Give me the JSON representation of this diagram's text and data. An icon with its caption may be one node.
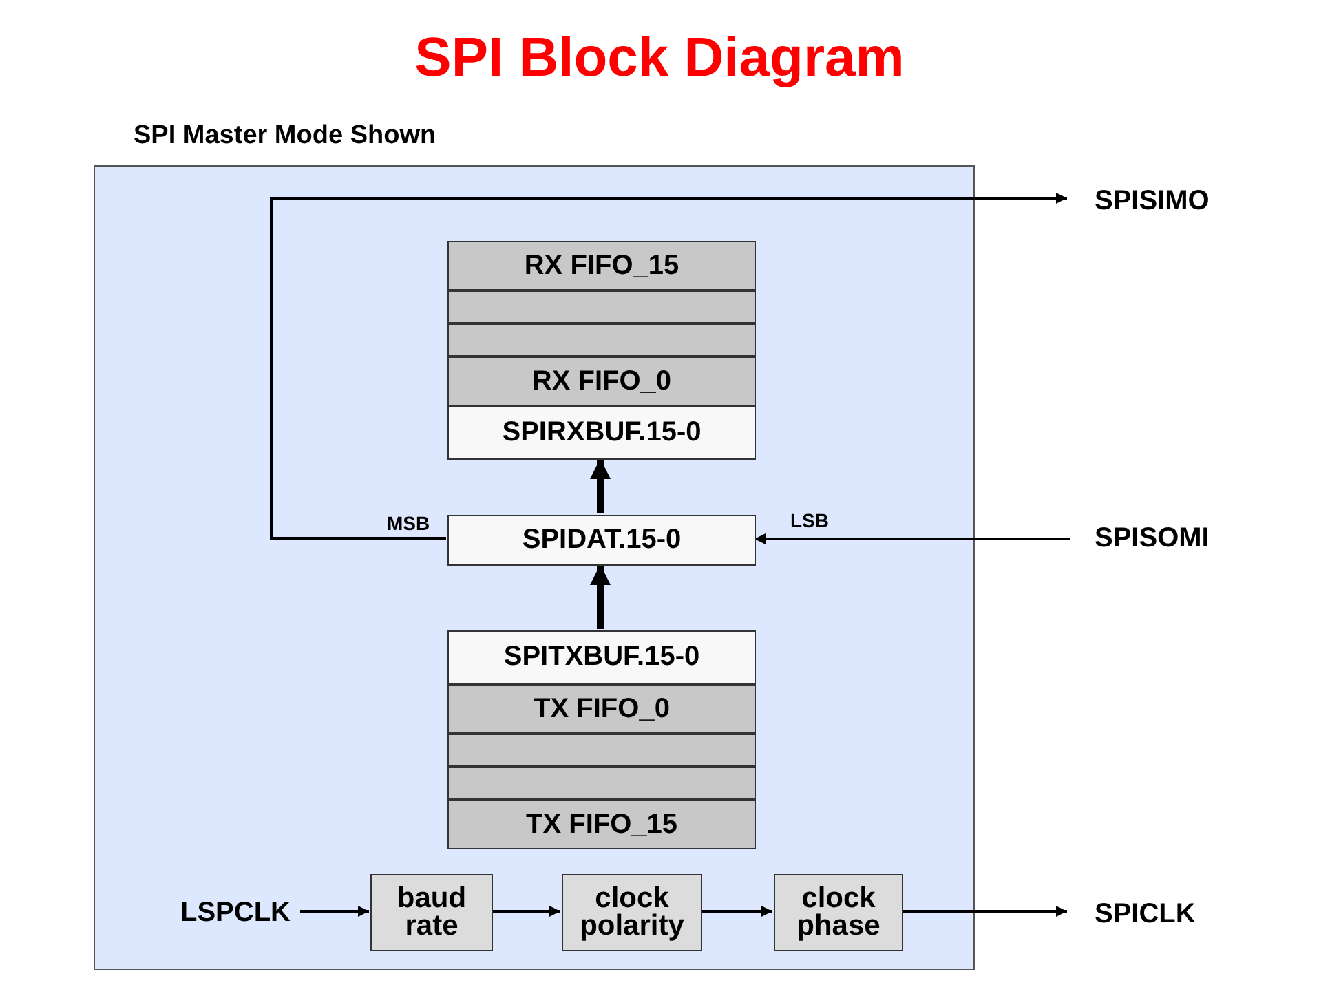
{
  "diagram": {
    "title": "SPI Block Diagram",
    "nodes": [
      {
        "text": [],
        "shape": "box"
      },
      {
        "text": [
          "RX FIFO_15"
        ],
        "in": 0
      },
      {
        "text": [],
        "shape": "box",
        "in": 0
      },
      {
        "text": [],
        "shape": "box",
        "in": 0
      },
      {
        "text": [
          "RX FIFO_0"
        ],
        "in": 0
      },
      {
        "text": [
          "SPIRXBUF.15-0"
        ],
        "in": 0
      },
      {
        "text": [
          "SPIDAT.15-0"
        ],
        "in": 0
      },
      {
        "text": [
          "SPITXBUF.15-0"
        ],
        "in": 0
      },
      {
        "text": [
          "TX FIFO_0"
        ],
        "in": 0
      },
      {
        "text": [],
        "shape": "box",
        "in": 0
      },
      {
        "text": [],
        "shape": "box",
        "in": 0
      },
      {
        "text": [
          "TX FIFO_15"
        ],
        "in": 0
      },
      {
        "text": [
          "baud rate"
        ],
        "in": 0
      },
      {
        "text": [
          "clock polarity"
        ],
        "in": 0
      },
      {
        "text": [
          "clock phase"
        ],
        "in": 0
      },
      {
        "text": [
          "SPISIMO"
        ]
      },
      {
        "text": [
          "SPISOMI"
        ]
      },
      {
        "text": [
          "LSPCLK"
        ],
        "in": 0
      },
      {
        "text": [
          "SPICLK"
        ]
      }
    ],
    "edges": [
      {
        "from": 6,
        "to": 15,
        "arrow": "to",
        "label": "MSB"
      },
      {
        "from": 6,
        "to": 5,
        "arrow": "to",
        "style": "thick"
      },
      {
        "from": 7,
        "to": 6,
        "arrow": "to",
        "style": "thick"
      },
      {
        "from": 16,
        "to": 6,
        "arrow": "to",
        "label": "LSB"
      },
      {
        "from": 17,
        "to": 12,
        "arrow": "to"
      },
      {
        "from": 12,
        "to": 13,
        "arrow": "to"
      },
      {
        "from": 13,
        "to": 14,
        "arrow": "to"
      },
      {
        "from": 14,
        "to": 18,
        "arrow": "to"
      }
    ],
    "labels": [
      "SPI Master Mode Shown"
    ]
  }
}
